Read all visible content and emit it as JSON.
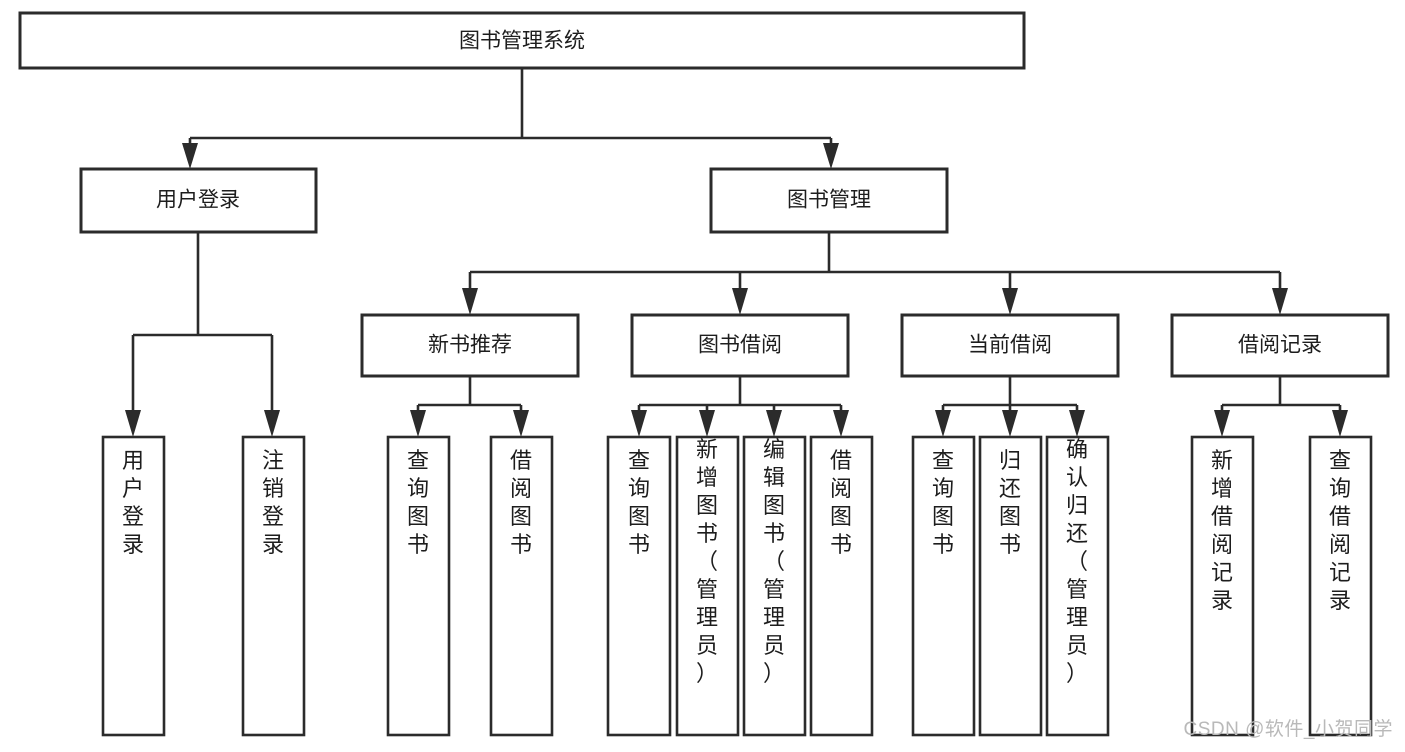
{
  "diagram": {
    "type": "tree-hierarchy",
    "orientation": "top-down",
    "root": {
      "label": "图书管理系统"
    },
    "level1": [
      {
        "label": "用户登录"
      },
      {
        "label": "图书管理"
      }
    ],
    "level2": [
      {
        "label": "新书推荐",
        "parent": "图书管理"
      },
      {
        "label": "图书借阅",
        "parent": "图书管理"
      },
      {
        "label": "当前借阅",
        "parent": "图书管理"
      },
      {
        "label": "借阅记录",
        "parent": "图书管理"
      }
    ],
    "leaves": {
      "用户登录": [
        {
          "label": "用户登录"
        },
        {
          "label": "注销登录"
        }
      ],
      "新书推荐": [
        {
          "label": "查询图书"
        },
        {
          "label": "借阅图书"
        }
      ],
      "图书借阅": [
        {
          "label": "查询图书"
        },
        {
          "label": "新增图书（管理员）"
        },
        {
          "label": "编辑图书（管理员）"
        },
        {
          "label": "借阅图书"
        }
      ],
      "当前借阅": [
        {
          "label": "查询图书"
        },
        {
          "label": "归还图书"
        },
        {
          "label": "确认归还（管理员）"
        }
      ],
      "借阅记录": [
        {
          "label": "新增借阅记录"
        },
        {
          "label": "查询借阅记录"
        }
      ]
    }
  },
  "watermark": {
    "text": "CSDN @软件_小贺同学"
  },
  "colors": {
    "stroke": "#2b2b2b",
    "fill": "#ffffff",
    "text": "#1d1d1d",
    "watermark": "#b9b9b9"
  }
}
